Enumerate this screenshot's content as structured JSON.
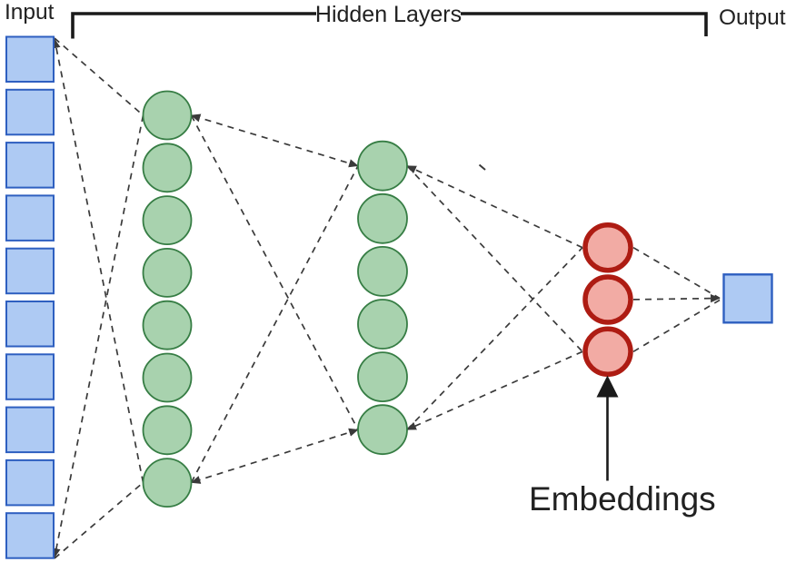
{
  "diagram": {
    "labels": {
      "input": "Input",
      "hidden_layers": "Hidden Layers",
      "output": "Output",
      "embeddings": "Embeddings"
    },
    "layers": {
      "input": {
        "type": "square",
        "count": 10
      },
      "hidden1": {
        "type": "circle",
        "count": 8
      },
      "hidden2": {
        "type": "circle",
        "count": 6
      },
      "embeddings": {
        "type": "circle",
        "count": 3
      },
      "output": {
        "type": "square",
        "count": 1
      }
    },
    "colors": {
      "input_fill": "#aecaf3",
      "input_stroke": "#2e5fc0",
      "hidden_fill": "#a8d2ae",
      "hidden_stroke": "#367d44",
      "embedding_fill": "#f2aba4",
      "embedding_stroke": "#ae1c13",
      "connector": "#3a3a3a",
      "bracket": "#1a1a1a",
      "text": "#212121"
    }
  }
}
